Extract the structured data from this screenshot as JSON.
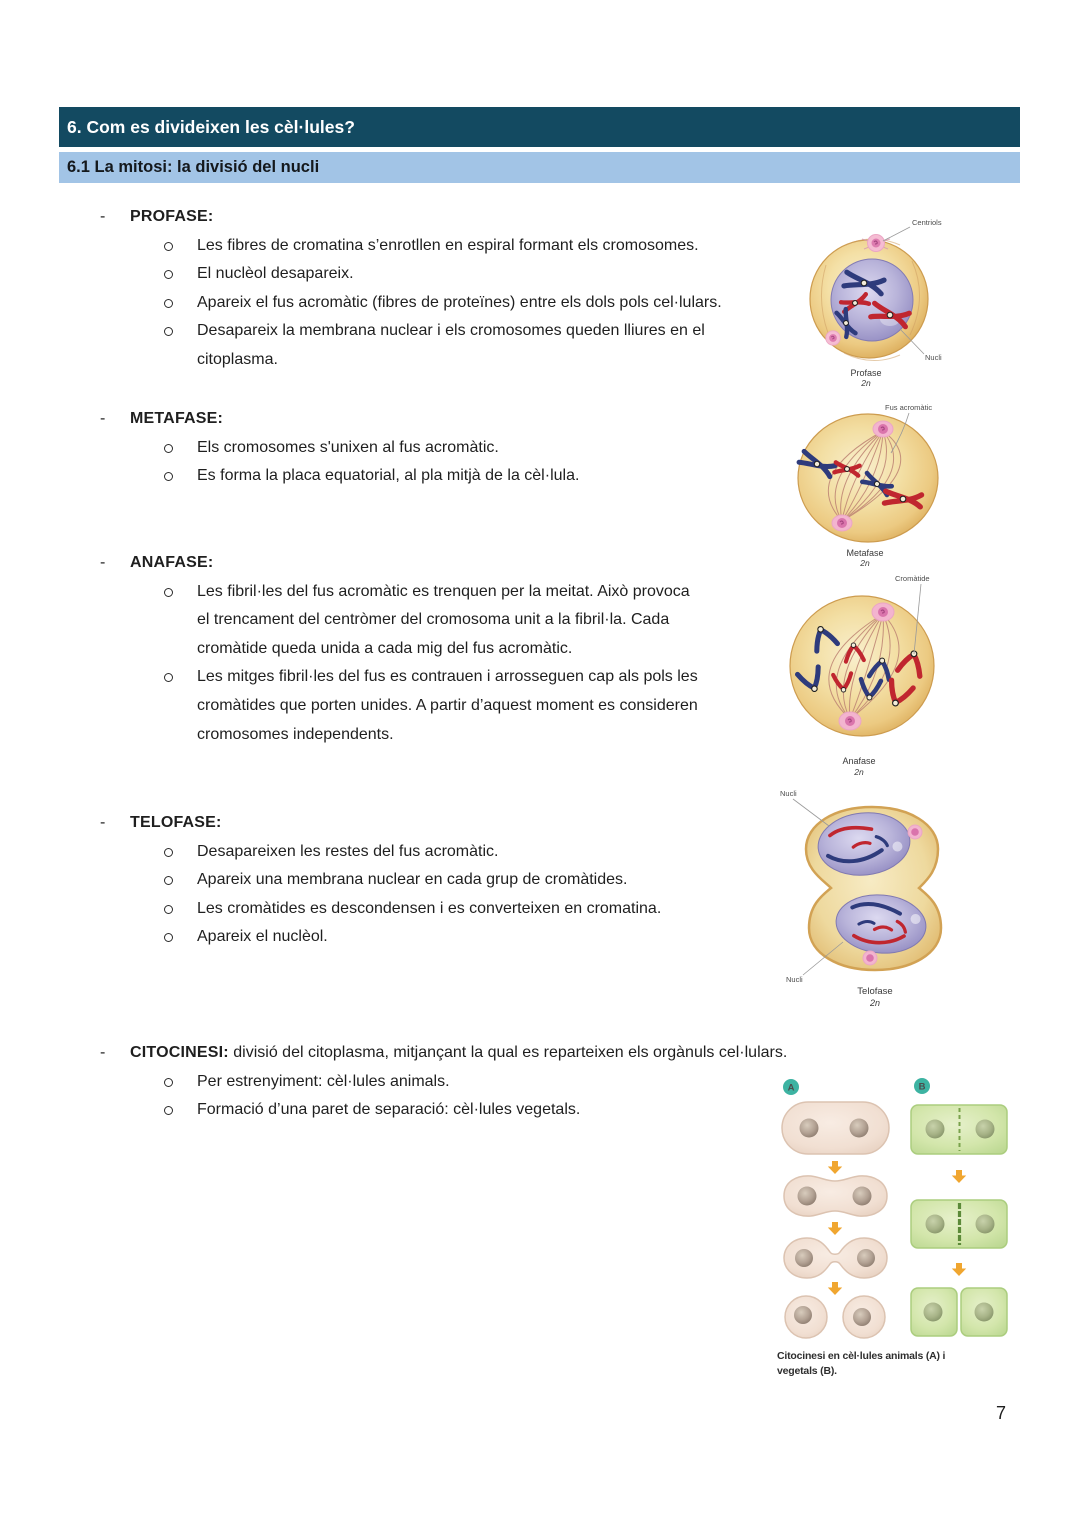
{
  "header": {
    "title": "6. Com es divideixen les cèl·lules?",
    "subtitle": "6.1 La mitosi: la divisió del nucli"
  },
  "marks": {
    "dash": "-"
  },
  "page": {
    "number": "7"
  },
  "colors": {
    "header_bg": "#134a61",
    "subheader_bg": "#a2c4e6",
    "cell_gold": "#e9c87e",
    "nucleus_purple": "#b0aad5",
    "chromosome_blue": "#2e3b7c",
    "chromosome_red": "#c0262f",
    "centriole_pink": "#f3b4cf",
    "animal_cell_beige": "#f1dfd2",
    "plant_cell_green": "#d3e6ab",
    "arrow_orange": "#f0a630",
    "badge_teal": "#3db3a2"
  },
  "sections": [
    {
      "id": "profase",
      "title": "PROFASE:",
      "bullets": [
        {
          "lines": [
            "Les fibres de cromatina s’enrotllen en espiral formant els cromosomes."
          ]
        },
        {
          "lines": [
            "El nuclèol desapareix."
          ]
        },
        {
          "lines": [
            "Apareix el fus acromàtic (fibres de proteïnes) entre els dols pols cel·lulars."
          ]
        },
        {
          "lines": [
            "Desapareix la membrana nuclear i els cromosomes queden lliures en el",
            "citoplasma."
          ]
        }
      ]
    },
    {
      "id": "metafase",
      "title": "METAFASE:",
      "bullets": [
        {
          "lines": [
            "Els cromosomes s'unixen al fus acromàtic."
          ]
        },
        {
          "lines": [
            "Es forma la placa equatorial, al pla mitjà de la cèl·lula."
          ]
        }
      ]
    },
    {
      "id": "anafase",
      "title": "ANAFASE:",
      "bullets": [
        {
          "lines": [
            "Les fibril·les del fus acromàtic es trenquen per la meitat. Això provoca",
            "el trencament del centròmer del cromosoma unit a la fibril·la. Cada",
            "cromàtide queda unida a cada mig del fus acromàtic."
          ]
        },
        {
          "lines": [
            "Les mitges fibril·les del fus es contrauen i arrosseguen cap als pols les",
            "cromàtides que porten unides. A partir d’aquest moment es consideren",
            "cromosomes independents."
          ]
        }
      ]
    },
    {
      "id": "telofase",
      "title": "TELOFASE:",
      "bullets": [
        {
          "lines": [
            "Desapareixen les restes del fus acromàtic."
          ]
        },
        {
          "lines": [
            "Apareix una membrana nuclear en cada grup de cromàtides."
          ]
        },
        {
          "lines": [
            "Les cromàtides es descondensen i es converteixen en cromatina."
          ]
        },
        {
          "lines": [
            "Apareix el nuclèol."
          ]
        }
      ]
    },
    {
      "id": "citocinesi",
      "title": "CITOCINESI:",
      "suffix": " divisió del citoplasma, mitjançant la qual es reparteixen els orgànuls cel·lulars.",
      "bullets": [
        {
          "lines": [
            "Per estrenyiment: cèl·lules animals."
          ]
        },
        {
          "lines": [
            "Formació d’una paret de separació: cèl·lules vegetals."
          ]
        }
      ]
    }
  ],
  "figures": {
    "profase": {
      "labels": {
        "centriols": "Centriols",
        "nucli": "Nucli"
      },
      "caption": "Profase",
      "ploidy": "2n"
    },
    "metafase": {
      "labels": {
        "fus": "Fus acromàtic"
      },
      "caption": "Metafase",
      "ploidy": "2n"
    },
    "anafase": {
      "labels": {
        "cromatide": "Cromàtide"
      },
      "caption": "Anafase",
      "ploidy": "2n"
    },
    "telofase": {
      "labels": {
        "nucli_top": "Nucli",
        "nucli_bottom": "Nucli"
      },
      "caption": "Telofase",
      "ploidy": "2n"
    },
    "citocinesi": {
      "badge_a": "A",
      "badge_b": "B",
      "caption_line1": "Citocinesi en cèl·lules animals (A) i",
      "caption_line2": "vegetals (B)."
    }
  }
}
